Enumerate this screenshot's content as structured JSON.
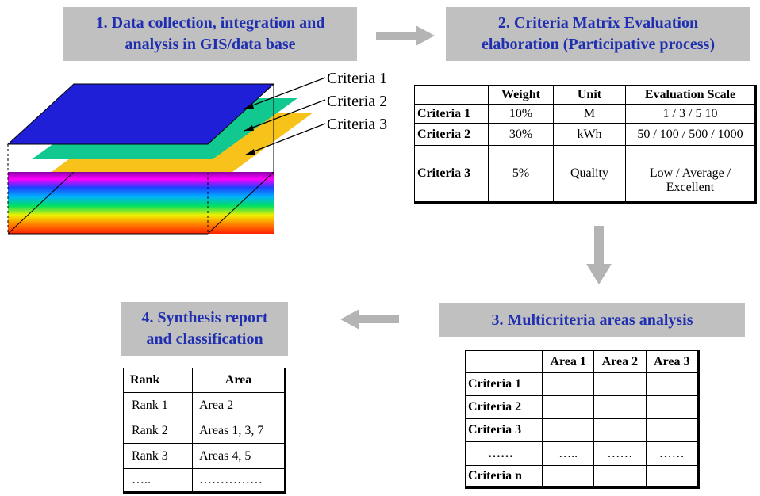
{
  "colors": {
    "step_box_bg": "#c0c0c0",
    "step_box_text": "#1f2fb0",
    "arrow": "#b4b4b4",
    "layer_1": "#1f1fd8",
    "layer_2": "#10c890",
    "layer_3": "#f7c21a"
  },
  "steps": {
    "s1": [
      "1. Data collection, integration and",
      "analysis in GIS/data base"
    ],
    "s2": [
      "2. Criteria Matrix Evaluation",
      "elaboration (Participative process)"
    ],
    "s3": "3. Multicriteria areas analysis",
    "s4": [
      "4. Synthesis report",
      "and classification"
    ]
  },
  "layers": {
    "labels": [
      "Criteria 1",
      "Criteria 2",
      "Criteria 3"
    ]
  },
  "matrix": {
    "headers": [
      "",
      "Weight",
      "Unit",
      "Evaluation Scale"
    ],
    "rows": [
      {
        "criteria": "Criteria 1",
        "weight": "10%",
        "unit": "M",
        "scale": "1 / 3 / 5  10"
      },
      {
        "criteria": "Criteria 2",
        "weight": "30%",
        "unit": "kWh",
        "scale": "50 / 100 / 500 / 1000"
      },
      {
        "criteria": "",
        "weight": "",
        "unit": "",
        "scale": ""
      },
      {
        "criteria": "Criteria 3",
        "weight": "5%",
        "unit": "Quality",
        "scale": "Low / Average / Excellent"
      }
    ]
  },
  "areas": {
    "headers": [
      "",
      "Area 1",
      "Area 2",
      "Area 3"
    ],
    "rows": [
      {
        "criteria": "Criteria 1",
        "a1": "",
        "a2": "",
        "a3": ""
      },
      {
        "criteria": "Criteria 2",
        "a1": "",
        "a2": "",
        "a3": ""
      },
      {
        "criteria": "Criteria 3",
        "a1": "",
        "a2": "",
        "a3": ""
      },
      {
        "criteria": "……",
        "a1": "…..",
        "a2": "……",
        "a3": "……"
      },
      {
        "criteria": "Criteria n",
        "a1": "",
        "a2": "",
        "a3": ""
      }
    ]
  },
  "ranking": {
    "headers": [
      "Rank",
      "Area"
    ],
    "rows": [
      {
        "rank": "Rank 1",
        "area": "Area 2"
      },
      {
        "rank": "Rank 2",
        "area": "Areas 1, 3, 7"
      },
      {
        "rank": "Rank 3",
        "area": "Areas 4, 5"
      },
      {
        "rank": "…..",
        "area": "……………"
      }
    ]
  }
}
